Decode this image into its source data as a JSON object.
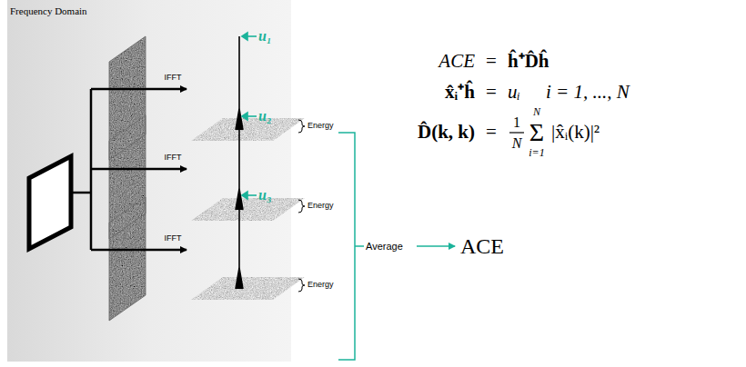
{
  "diagram": {
    "title": "Frequency Domain",
    "labels": [
      "IFFT",
      "IFFT",
      "IFFT",
      "u₁",
      "u₂",
      "u₃",
      "Energy",
      "Energy",
      "Energy",
      "Average",
      "ACE",
      "ACE",
      "=",
      "ĥ⁺D̂ĥ",
      "x̂ᵢ⁺ĥ",
      "=",
      "uᵢ",
      "i = 1, ..., N",
      "D̂(k, k)",
      "=",
      "1",
      "N",
      "N",
      "Σ",
      "i=1",
      "|x̂ᵢ(k)|²"
    ]
  }
}
